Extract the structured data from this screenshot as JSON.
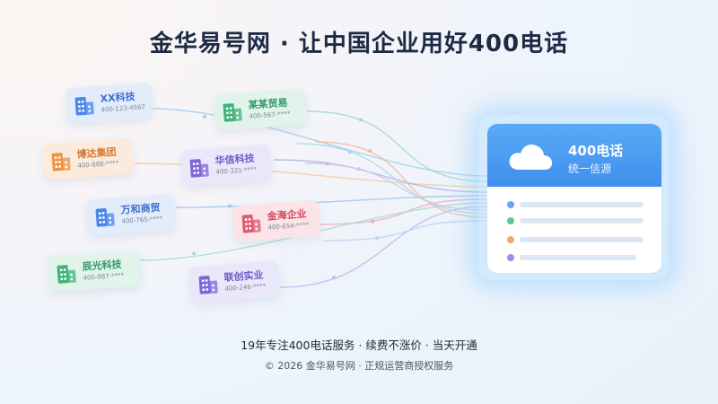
{
  "header": {
    "title": "金华易号网 · 让中国企业用好400电话"
  },
  "companies": [
    {
      "name": "XX科技",
      "phone": "400-123-4567",
      "color": "blue",
      "icon": "building-icon"
    },
    {
      "name": "某某贸易",
      "phone": "400-567-****",
      "color": "green",
      "icon": "building-icon"
    },
    {
      "name": "博达集团",
      "phone": "400-888-****",
      "color": "orange",
      "icon": "building-icon"
    },
    {
      "name": "华信科技",
      "phone": "400-321-****",
      "color": "purple",
      "icon": "building-icon"
    },
    {
      "name": "万和商贸",
      "phone": "400-765-****",
      "color": "blue",
      "icon": "building-icon"
    },
    {
      "name": "金海企业",
      "phone": "400-654-****",
      "color": "pink",
      "icon": "building-icon"
    },
    {
      "name": "辰光科技",
      "phone": "400-987-****",
      "color": "green",
      "icon": "building-icon"
    },
    {
      "name": "联创实业",
      "phone": "400-246-****",
      "color": "purple",
      "icon": "building-icon"
    }
  ],
  "hub": {
    "title": "400电话",
    "subtitle": "统一信源",
    "icon": "cloud-icon",
    "rows": [
      {
        "dot_color": "#6aa5ef"
      },
      {
        "dot_color": "#5cc795"
      },
      {
        "dot_color": "#f3a56a"
      },
      {
        "dot_color": "#a08be6"
      }
    ]
  },
  "footer": {
    "tagline": "19年专注400电话服务 · 续费不涨价 · 当天开通",
    "copyright": "© 2026 金华易号网 · 正规运营商授权服务"
  },
  "colors": {
    "blue": "#4a86e8",
    "green": "#3fb27a",
    "orange": "#ee9243",
    "purple": "#7d67d8",
    "pink": "#e05a72",
    "hub_header": "#4a9af2",
    "title_text": "#1d2a44"
  }
}
